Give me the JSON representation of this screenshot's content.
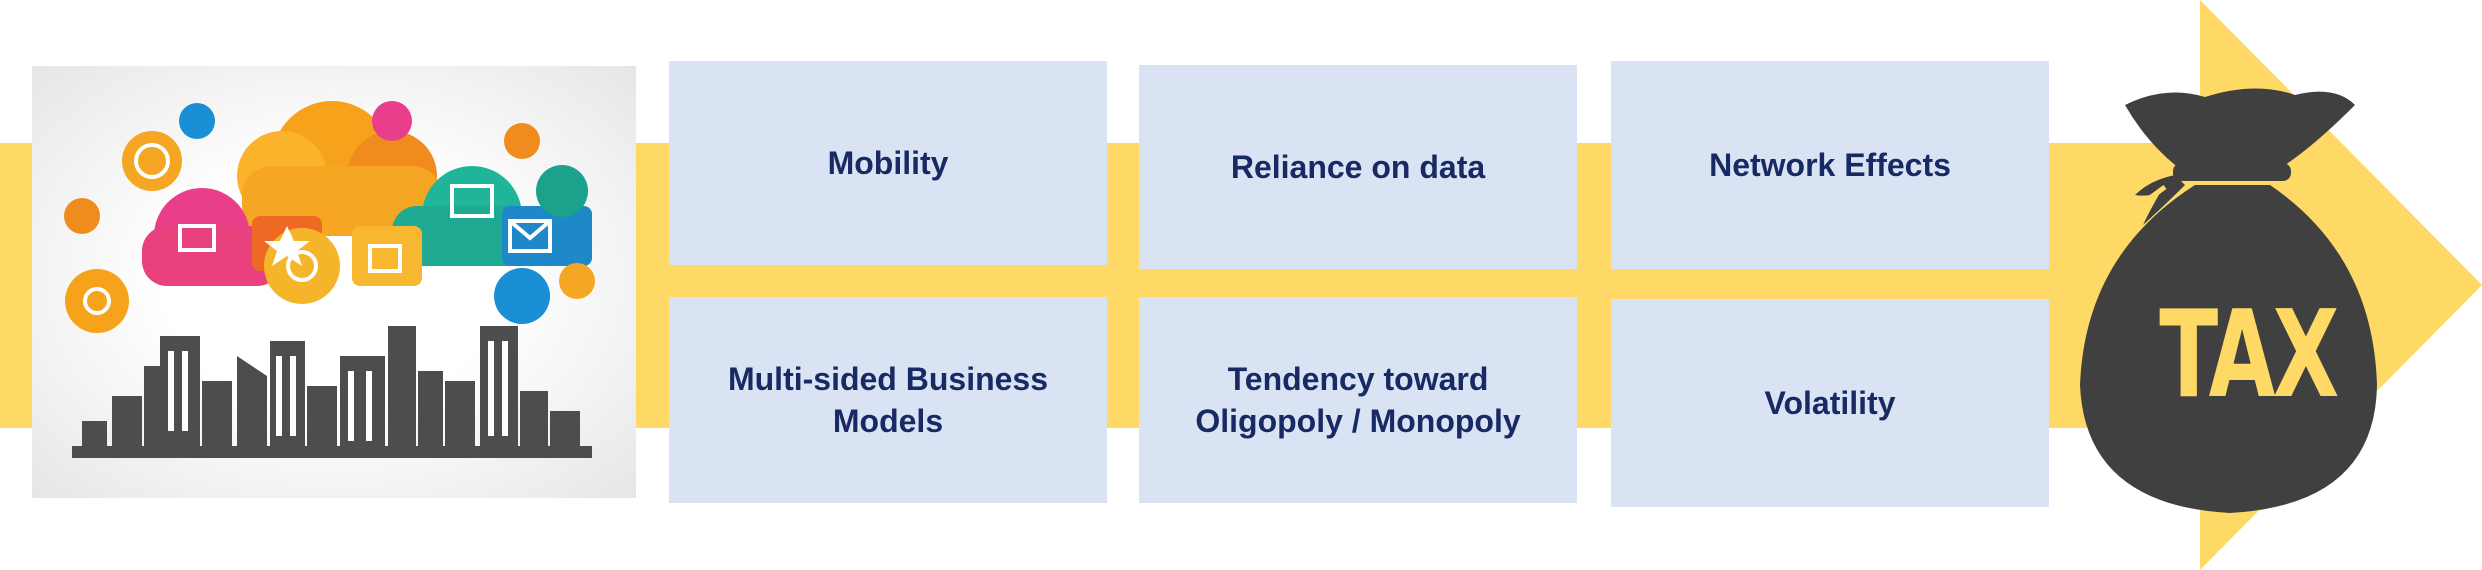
{
  "colors": {
    "arrow": "#ffd966",
    "box_fill": "#dae3f3",
    "box_text": "#172a63",
    "bag": "#404040",
    "tax_text": "#ffd966"
  },
  "factors": {
    "top": [
      {
        "label": "Mobility"
      },
      {
        "label": "Reliance on data"
      },
      {
        "label": "Network Effects"
      }
    ],
    "bottom": [
      {
        "label": "Multi-sided Business Models"
      },
      {
        "label": "Tendency toward Oligopoly / Monopoly"
      },
      {
        "label": "Volatility"
      }
    ]
  },
  "tax_bag": {
    "label": "TAX",
    "icon": "money-bag-icon"
  },
  "illustration": {
    "icon": "digital-economy-illustration"
  }
}
